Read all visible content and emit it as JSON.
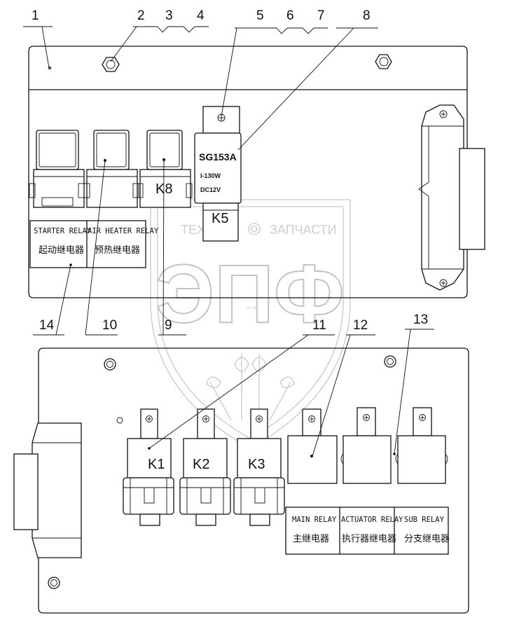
{
  "callouts": [
    "1",
    "2",
    "3",
    "4",
    "5",
    "6",
    "7",
    "8",
    "9",
    "10",
    "11",
    "12",
    "13",
    "14"
  ],
  "relay_top": {
    "model": "SG153A",
    "power": "I-130W",
    "voltage": "DC12V",
    "label": "K5"
  },
  "top_relays": {
    "k8": "K8",
    "starter_en": "STARTER RELAY",
    "starter_cn": "起动继电器",
    "airheater_en": "AIR HEATER RELAY",
    "airheater_cn": "预热继电器"
  },
  "bottom_relays": {
    "k1": "K1",
    "k2": "K2",
    "k3": "K3",
    "main_en": "MAIN RELAY",
    "main_cn": "主继电器",
    "actuator_en": "ACTUATOR RELAY",
    "actuator_cn": "执行器继电器",
    "sub_en": "SUB RELAY",
    "sub_cn": "分支继电器"
  },
  "watermark": {
    "left": "ТЕХНИКА",
    "right": "ЗАПЧАСТИ",
    "big": "ЭПФ"
  }
}
